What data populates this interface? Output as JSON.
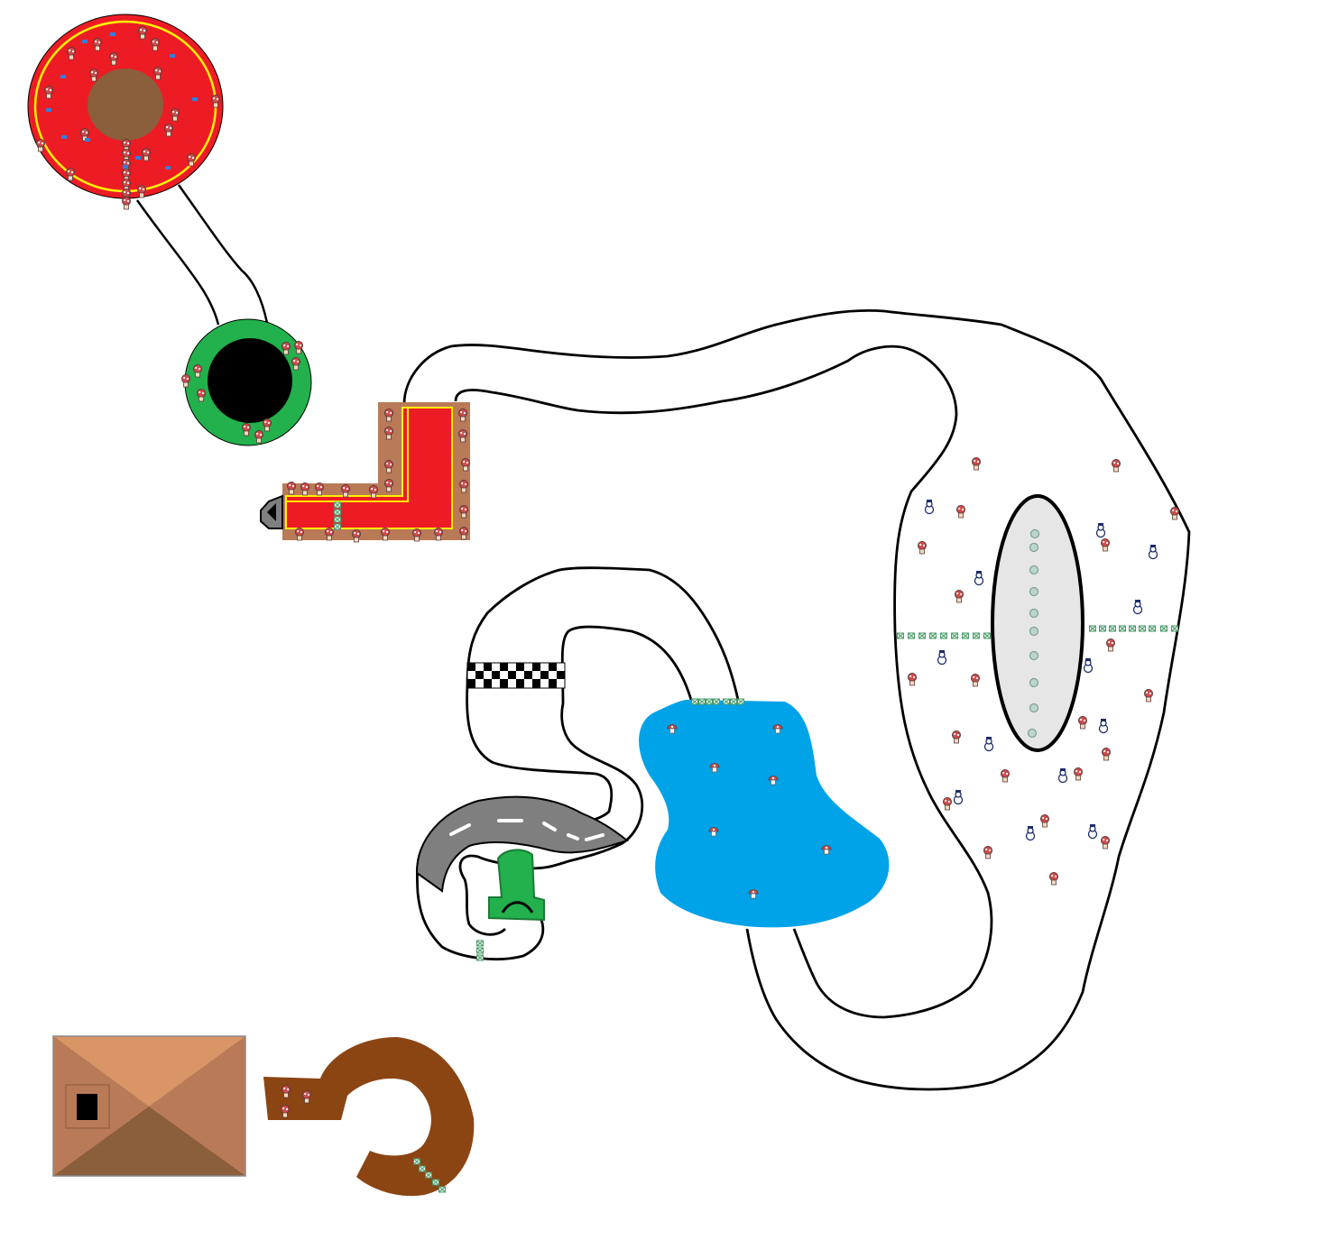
{
  "map": {
    "colors": {
      "background": "#ffffff",
      "outline": "#000000",
      "donut_red": "#ed1c24",
      "donut_yellow": "#fff200",
      "donut_hole": "#8b5e3c",
      "ring_green": "#22b14c",
      "ring_black": "#000000",
      "carpet_border": "#b97a57",
      "carpet_red": "#ed1c24",
      "carpet_trim": "#fff200",
      "cannon_gray": "#7f7f7f",
      "pond_blue": "#00a2e8",
      "road_gray": "#7f7f7f",
      "road_dash": "#ffffff",
      "pipe_green": "#22b14c",
      "ice_oval": "#e6e6e6",
      "house_light": "#d99565",
      "house_mid": "#b97a57",
      "house_dark": "#8b5e3c",
      "dirt_brown": "#8b4513",
      "checker_dark": "#000000",
      "checker_light": "#ffffff",
      "item_box": "#2f7fe0",
      "toad_cap": "#d14b4b",
      "snowman": "#1c2e6b",
      "fence_green": "#4a9a6a"
    },
    "sprites": {
      "toad": "toad-spectator-icon",
      "snowman": "snowman-icon",
      "mushroom": "mushroom-icon",
      "item_box": "item-box-icon",
      "ice_orb": "ice-orb-icon",
      "fence": "fence-icon"
    },
    "regions": [
      "donut-plaza",
      "green-warp-ring",
      "red-carpet-corridor",
      "cannon",
      "snow-track-loop",
      "snow-field",
      "ice-oval",
      "lake",
      "asphalt-bridge",
      "warp-pipe",
      "finish-line",
      "toad-house",
      "dirt-hook-track"
    ]
  }
}
